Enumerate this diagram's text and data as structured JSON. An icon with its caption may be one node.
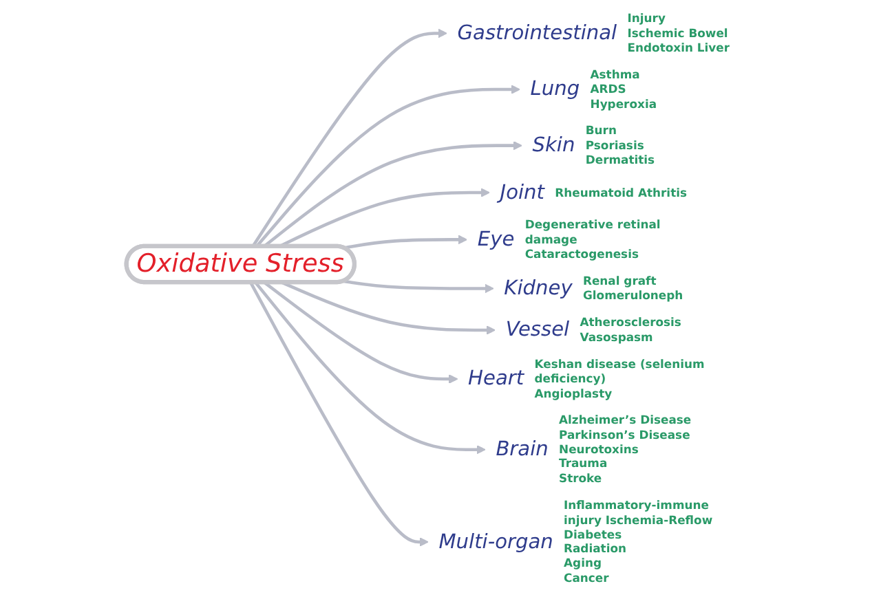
{
  "diagram": {
    "nodes": [
      {
        "text": [
          "Oxidative Stress"
        ]
      },
      {
        "text": [
          "Gastrointestinal"
        ],
        "beside": [
          "Injury",
          "Ischemic Bowel",
          "Endotoxin Liver"
        ]
      },
      {
        "text": [
          "Lung"
        ],
        "beside": [
          "Asthma",
          "ARDS",
          "Hyperoxia"
        ]
      },
      {
        "text": [
          "Skin"
        ],
        "beside": [
          "Burn",
          "Psoriasis",
          "Dermatitis"
        ]
      },
      {
        "text": [
          "Joint"
        ],
        "beside": [
          "Rheumatoid Athritis"
        ]
      },
      {
        "text": [
          "Eye"
        ],
        "beside": [
          "Degenerative retinal damage",
          "Cataractogenesis"
        ]
      },
      {
        "text": [
          "Kidney"
        ],
        "beside": [
          "Renal graft",
          "Glomeruloneph"
        ]
      },
      {
        "text": [
          "Vessel"
        ],
        "beside": [
          "Atherosclerosis",
          "Vasospasm"
        ]
      },
      {
        "text": [
          "Heart"
        ],
        "beside": [
          "Keshan disease (selenium deficiency)",
          "Angioplasty"
        ]
      },
      {
        "text": [
          "Brain"
        ],
        "beside": [
          "Alzheimer’s Disease",
          "Parkinson’s Disease",
          "Neurotoxins",
          "Trauma",
          "Stroke"
        ]
      },
      {
        "text": [
          "Multi-organ"
        ],
        "beside": [
          "Inflammatory-immune injury Ischemia-Reflow",
          "Diabetes",
          "Radiation",
          "Aging",
          "Cancer"
        ]
      }
    ],
    "edges": [
      {
        "from": 0,
        "to": 1,
        "arrow": "to"
      },
      {
        "from": 0,
        "to": 2,
        "arrow": "to"
      },
      {
        "from": 0,
        "to": 3,
        "arrow": "to"
      },
      {
        "from": 0,
        "to": 4,
        "arrow": "to"
      },
      {
        "from": 0,
        "to": 5,
        "arrow": "to"
      },
      {
        "from": 0,
        "to": 6,
        "arrow": "to"
      },
      {
        "from": 0,
        "to": 7,
        "arrow": "to"
      },
      {
        "from": 0,
        "to": 8,
        "arrow": "to"
      },
      {
        "from": 0,
        "to": 9,
        "arrow": "to"
      },
      {
        "from": 0,
        "to": 10,
        "arrow": "to"
      }
    ]
  }
}
